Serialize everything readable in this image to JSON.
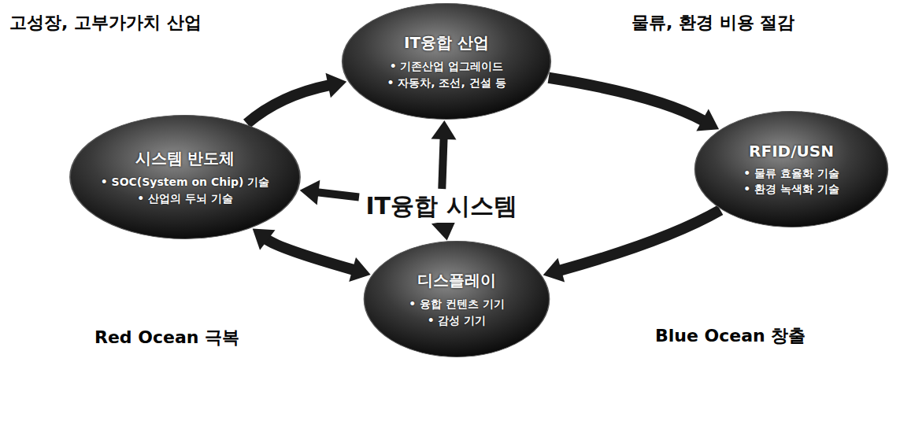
{
  "diagram": {
    "nodes": [
      {
        "text": [
          "IT융합 산업",
          "• 기존산업 업그레이드",
          "• 자동차, 조선, 건설 등"
        ]
      },
      {
        "text": [
          "RFID/USN",
          "• 물류 효율화 기술",
          "• 환경 녹색화 기술"
        ]
      },
      {
        "text": [
          "디스플레이",
          "• 융합 컨텐츠 기기",
          "• 감성 기기"
        ]
      },
      {
        "text": [
          "시스템 반도체",
          "• SOC(System on Chip) 기술",
          "• 산업의 두뇌 기술"
        ]
      },
      {
        "text": [
          "IT융합 시스템"
        ]
      }
    ],
    "edges": [
      {
        "from": 0,
        "to": 1,
        "arrow": "to",
        "label": "물류, 환경 비용 절감"
      },
      {
        "from": 1,
        "to": 2,
        "arrow": "to",
        "label": "Blue Ocean 창출"
      },
      {
        "from": 2,
        "to": 3,
        "arrow": "both",
        "label": "Red Ocean 극복"
      },
      {
        "from": 3,
        "to": 0,
        "arrow": "to",
        "label": "고성장, 고부가가치 산업"
      },
      {
        "from": 4,
        "to": 0,
        "arrow": "to"
      },
      {
        "from": 4,
        "to": 2,
        "arrow": "to"
      },
      {
        "from": 4,
        "to": 3,
        "arrow": "to"
      }
    ]
  }
}
